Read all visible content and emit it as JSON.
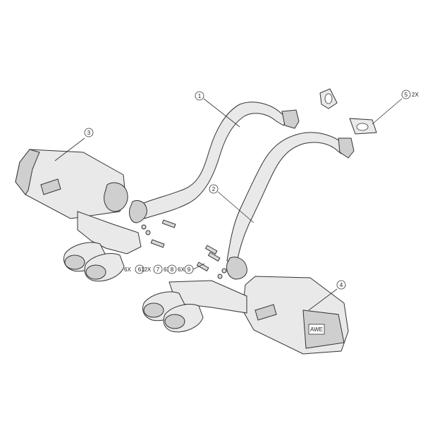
{
  "callouts": [
    {
      "id": "callout-1",
      "number": "1",
      "qty": ""
    },
    {
      "id": "callout-2",
      "number": "2",
      "qty": ""
    },
    {
      "id": "callout-3",
      "number": "3",
      "qty": ""
    },
    {
      "id": "callout-4",
      "number": "4",
      "qty": ""
    },
    {
      "id": "callout-5",
      "number": "5",
      "qty": "2X"
    }
  ],
  "hardware_row": [
    {
      "qty": "6X",
      "number": "6"
    },
    {
      "qty": "12X",
      "number": "7"
    },
    {
      "qty": "6X",
      "number": "8"
    },
    {
      "qty": "6X",
      "number": "9"
    }
  ],
  "muffler_badge": {
    "text": "AWE"
  }
}
